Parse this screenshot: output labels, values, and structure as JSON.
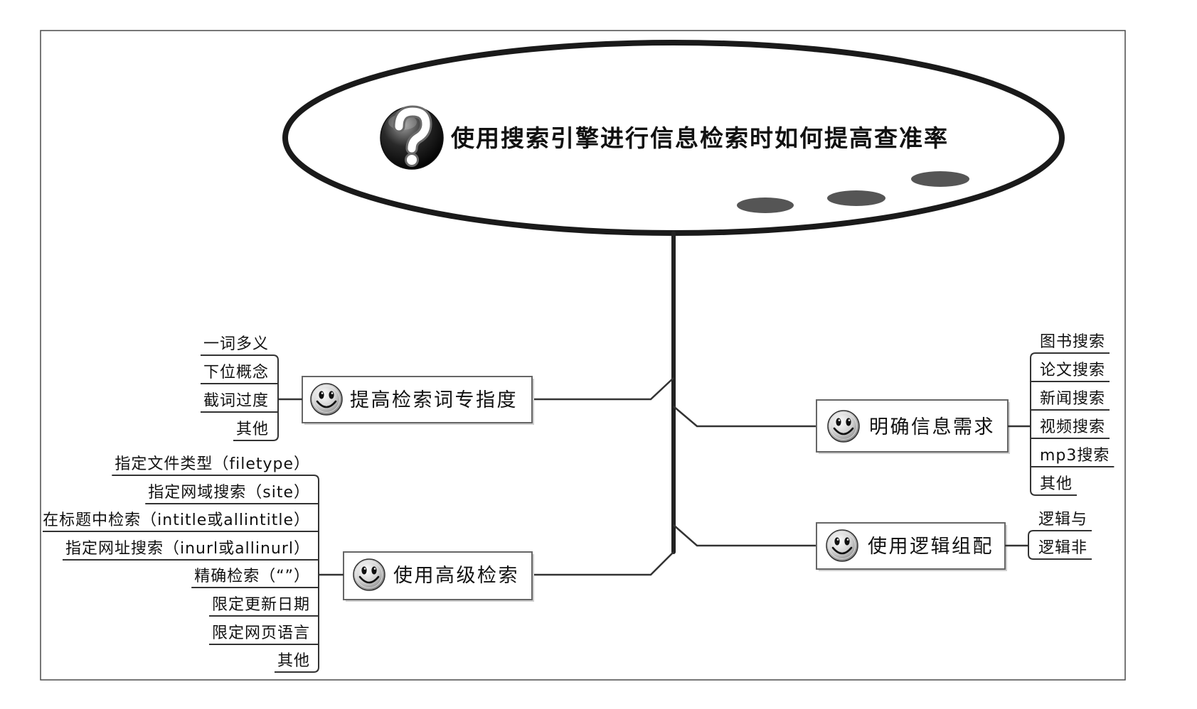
{
  "title": "使用搜索引擎进行信息检索时如何提高查准率",
  "icons": {
    "central": "question-icon",
    "topic": "smiley-icon"
  },
  "branches": [
    {
      "label": "提高检索词专指度",
      "leaves": [
        "一词多义",
        "下位概念",
        "截词过度",
        "其他"
      ]
    },
    {
      "label": "使用高级检索",
      "leaves": [
        "指定文件类型（filetype）",
        "指定网域搜索（site）",
        "在标题中检索（intitle或allintitle）",
        "指定网址搜索（inurl或allinurl）",
        "精确检索（“”）",
        "限定更新日期",
        "限定网页语言",
        "其他"
      ]
    },
    {
      "label": "明确信息需求",
      "leaves": [
        "图书搜索",
        "论文搜索",
        "新闻搜索",
        "视频搜索",
        "mp3搜索",
        "其他"
      ]
    },
    {
      "label": "使用逻辑组配",
      "leaves": [
        "逻辑与",
        "逻辑非"
      ]
    }
  ]
}
